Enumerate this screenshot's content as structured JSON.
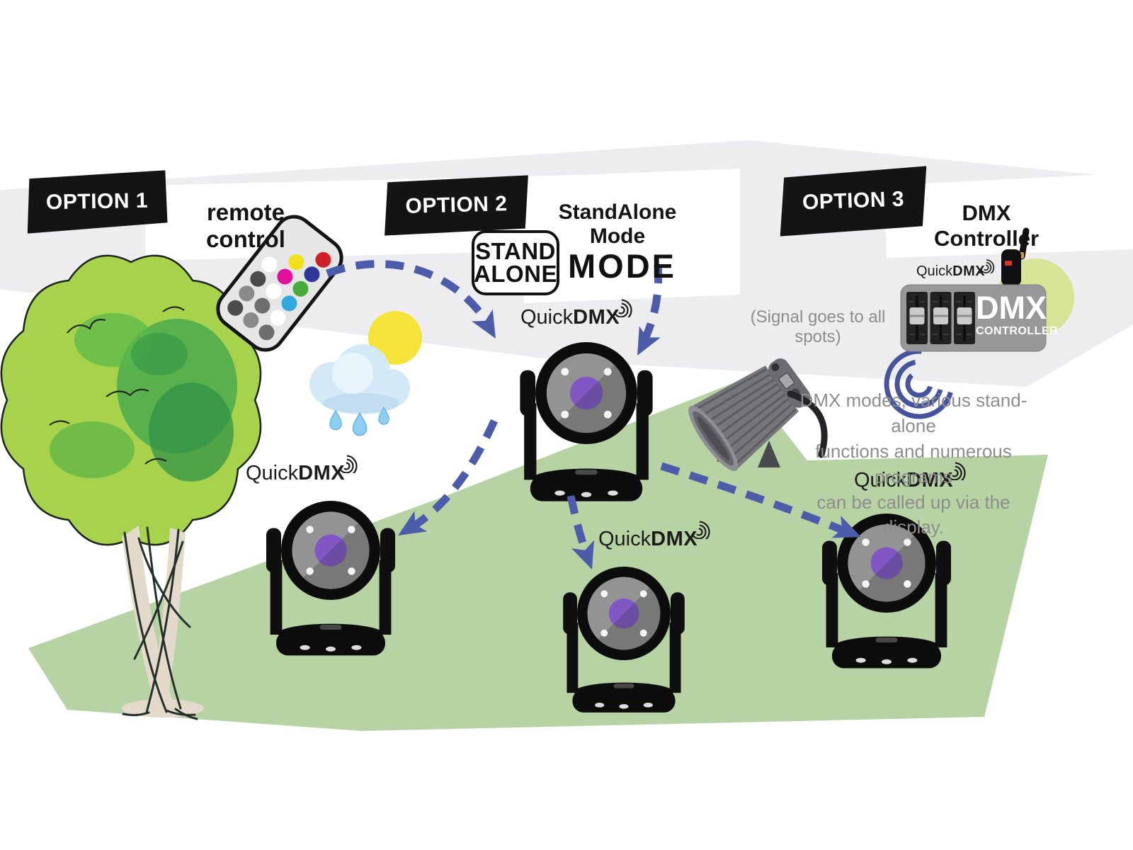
{
  "options": [
    {
      "banner": "OPTION 1",
      "title": "remote control"
    },
    {
      "banner": "OPTION 2",
      "title": "StandAlone Mode"
    },
    {
      "banner": "OPTION 3",
      "title": "DMX Controller"
    }
  ],
  "standalone": {
    "line1": "STAND",
    "line2": "ALONE",
    "mode": "MODE"
  },
  "brand": {
    "quick": "Quick",
    "dmx": "DMX"
  },
  "controller_box": {
    "title": "DMX",
    "subtitle": "CONTROLLER"
  },
  "notes": {
    "signal": "(Signal goes to all spots)",
    "info1": "DMX modes, various stand-alone",
    "info2": "functions and numerous programs",
    "info3": "can be called up via the display."
  },
  "colors": {
    "arrow_blue": "#4c5caa",
    "ground_green": "#b7d3a3",
    "band_gray": "#ededef",
    "banner_black": "#141414",
    "lens_purple": "#8157c6",
    "sun_yellow": "#f6e33a",
    "brand_circle_green": "#d5e495"
  }
}
